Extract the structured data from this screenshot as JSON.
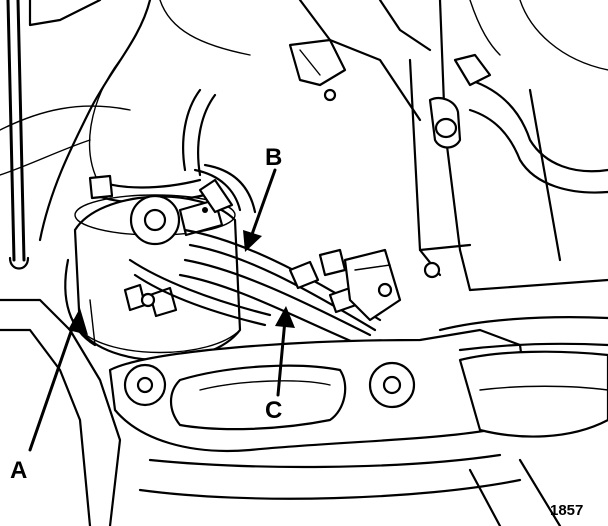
{
  "callouts": {
    "a": "A",
    "b": "B",
    "c": "C"
  },
  "figure_number": "1857"
}
